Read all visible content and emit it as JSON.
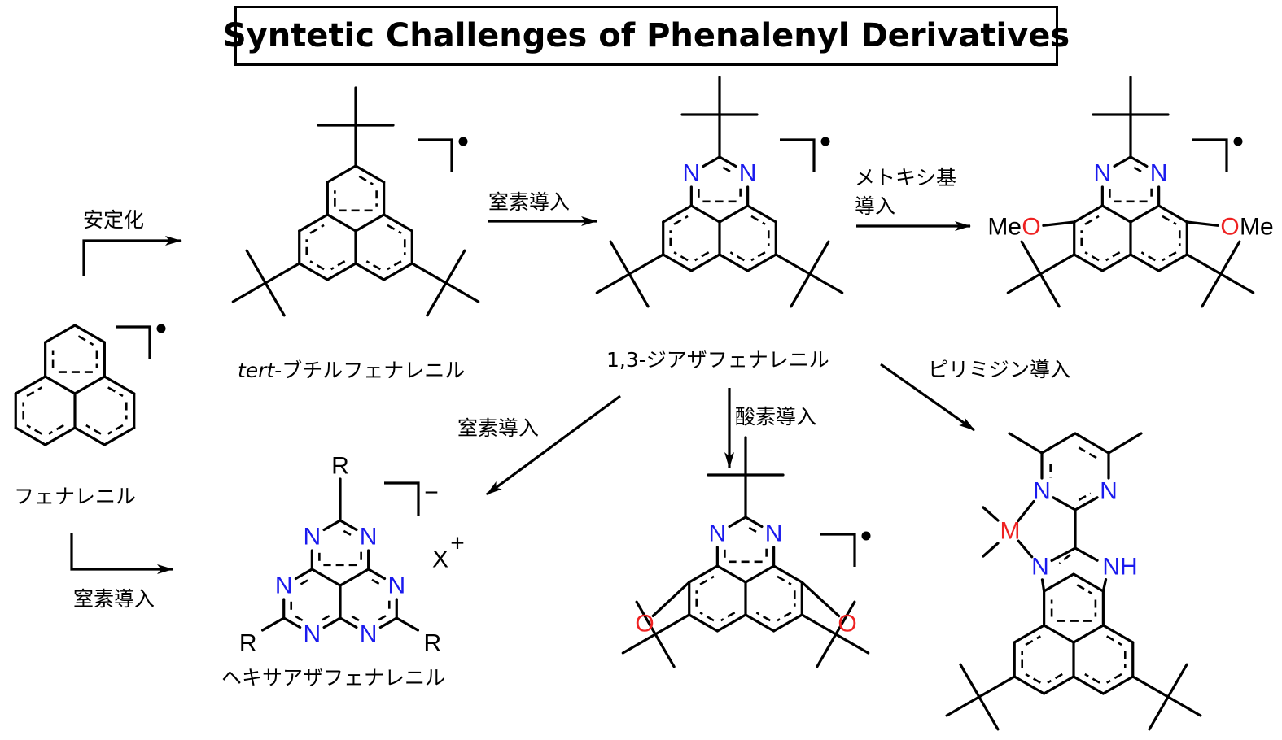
{
  "title": "Syntetic Challenges of Phenalenyl Derivatives",
  "compounds": {
    "phenalenyl": "フェナレニル",
    "tbu_phenalenyl_prefix": "tert",
    "tbu_phenalenyl_suffix": "-ブチルフェナレニル",
    "diaza": "1,3-ジアザフェナレニル",
    "hexaaza": "ヘキサアザフェナレニル"
  },
  "arrows": {
    "stabilize": "安定化",
    "n_intro_1": "窒素導入",
    "n_intro_2": "窒素導入",
    "n_intro_3": "窒素導入",
    "methoxy_line1": "メトキシ基",
    "methoxy_line2": "導入",
    "oxygen": "酸素導入",
    "pyrimidine": "ピリミジン導入"
  },
  "atoms": {
    "N": "N",
    "O": "O",
    "R": "R",
    "NH": "NH",
    "M": "M",
    "Me": "Me",
    "X": "X",
    "plus": "+",
    "minus": "−",
    "dot": "•"
  },
  "colors": {
    "nitrogen": "#1a1aee",
    "oxygen_metal": "#ee2222",
    "bond": "#000000"
  }
}
